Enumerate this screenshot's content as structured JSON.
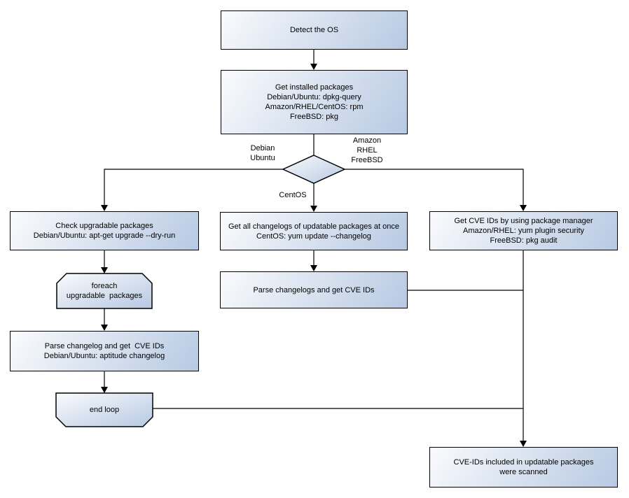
{
  "diagram": {
    "nodes": {
      "detect_os": "Detect the OS",
      "get_installed_packages": "Get installed packages\nDebian/Ubuntu: dpkg-query\nAmazon/RHEL/CentOS: rpm\nFreeBSD: pkg",
      "check_upgradable": "Check upgradable packages\nDebian/Ubuntu: apt-get upgrade --dry-run",
      "foreach_loop": "foreach\nupgradable  packages",
      "parse_changelog_debian": "Parse changelog and get  CVE IDs\nDebian/Ubuntu: aptitude changelog",
      "end_loop": "end loop",
      "get_all_changelogs": "Get all changelogs of updatable packages at once\nCentOS: yum update --changelog",
      "parse_changelogs": "Parse changelogs and get CVE IDs",
      "get_cve_ids_pkg_manager": "Get CVE IDs by using package manager\nAmazon/RHEL: yum plugin security\nFreeBSD: pkg audit",
      "scan_result": "CVE-IDs included in updatable packages\nwere scanned"
    },
    "edge_labels": {
      "left_branch": "Debian\nUbuntu",
      "right_branch": "Amazon\nRHEL\nFreeBSD",
      "down_branch": "CentOS"
    },
    "colors": {
      "node_fill_light": "#fafbfd",
      "node_fill_dark": "#b7c9e2",
      "node_border": "#000000",
      "connector": "#000000",
      "background": "#ffffff",
      "text": "#000000"
    }
  }
}
